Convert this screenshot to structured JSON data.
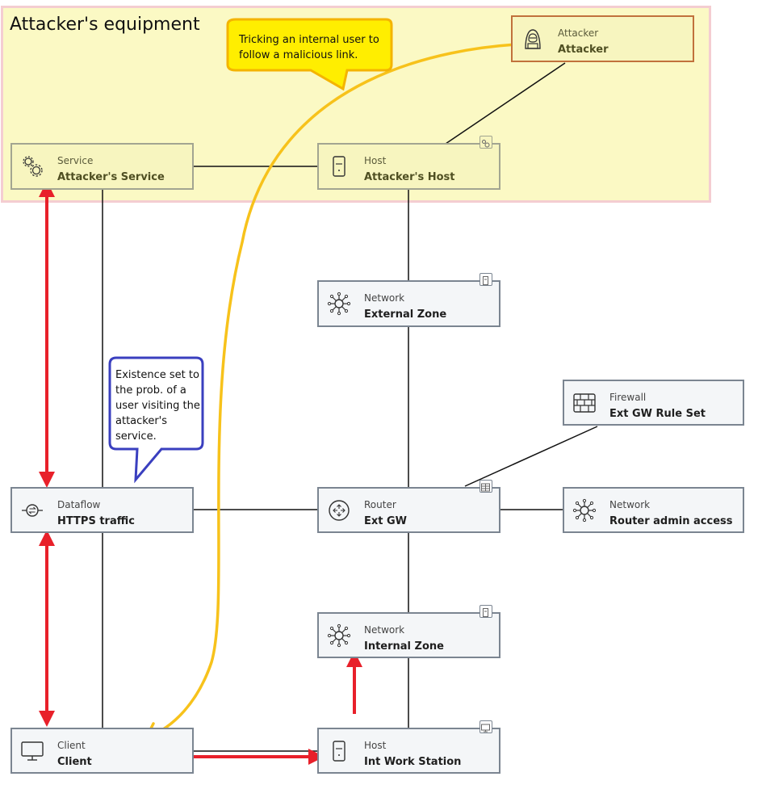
{
  "group": {
    "title": "Attacker's equipment"
  },
  "nodes": {
    "attacker": {
      "type": "Attacker",
      "name": "Attacker",
      "icon": "hooded-attacker-icon"
    },
    "attacker_service": {
      "type": "Service",
      "name": "Attacker's Service",
      "icon": "gears-icon"
    },
    "attacker_host": {
      "type": "Host",
      "name": "Attacker's Host",
      "icon": "server-icon"
    },
    "external_zone": {
      "type": "Network",
      "name": "External Zone",
      "icon": "network-hub-icon"
    },
    "firewall": {
      "type": "Firewall",
      "name": "Ext GW Rule Set",
      "icon": "brick-wall-icon"
    },
    "dataflow": {
      "type": "Dataflow",
      "name": "HTTPS traffic",
      "icon": "dataflow-icon"
    },
    "router": {
      "type": "Router",
      "name": "Ext GW",
      "icon": "router-icon"
    },
    "router_admin": {
      "type": "Network",
      "name": "Router admin access",
      "icon": "network-hub-icon"
    },
    "internal_zone": {
      "type": "Network",
      "name": "Internal Zone",
      "icon": "network-hub-icon"
    },
    "client": {
      "type": "Client",
      "name": "Client",
      "icon": "monitor-icon"
    },
    "workstation": {
      "type": "Host",
      "name": "Int Work Station",
      "icon": "server-icon"
    }
  },
  "callouts": {
    "yellow": {
      "text": "Tricking an internal user to follow a malicious link.",
      "color": "#ffee00",
      "border": "#f4b400"
    },
    "blue": {
      "text": "Existence set to the prob. of a user visiting the attacker's service.",
      "color": "#ffffff",
      "border": "#3a3fbf"
    }
  },
  "colors": {
    "attack_path": "#e8202a",
    "phishing_path": "#f7c21b",
    "connector": "#111111"
  }
}
